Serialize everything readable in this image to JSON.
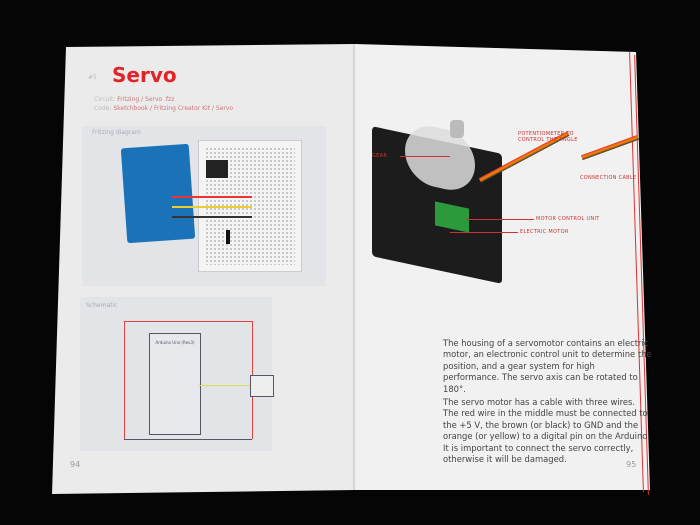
{
  "left_page": {
    "project_number": "#5",
    "title": "Servo",
    "circuit_label": "Circuit:",
    "circuit_value": "Fritzing / Servo .fzz",
    "code_label": "Code:",
    "code_value": "Sketchbook / Fritzing Creator Kit / Servo",
    "fritzing_diagram_label": "Fritzing diagram",
    "schematic_label": "Schematic",
    "arduino_label": "Arduino Uno (Rev3)",
    "page_number": "94"
  },
  "right_page": {
    "labels": {
      "gear": "GEAR",
      "potentiometer": "POTENTIOMETER TO CONTROL THE ANGLE",
      "connection_cable": "CONNECTION CABLE",
      "motor_control_unit": "MOTOR CONTROL UNIT",
      "electric_motor": "ELECTRIC MOTOR"
    },
    "paragraph_1": "The housing of a servomotor contains an electric motor, an electronic control unit to determine the position, and a gear system for high performance. The servo axis can be rotated to 180°.",
    "paragraph_2": "The servo motor has a cable with three wires. The red wire in the middle must be connected to the +5 V, the brown (or black) to GND and the orange (or yellow) to a digital pin on the Arduino. It is important to connect the servo correctly, otherwise it will be damaged.",
    "page_number": "95"
  },
  "colors": {
    "accent": "#e0242a",
    "background": "#050505"
  }
}
